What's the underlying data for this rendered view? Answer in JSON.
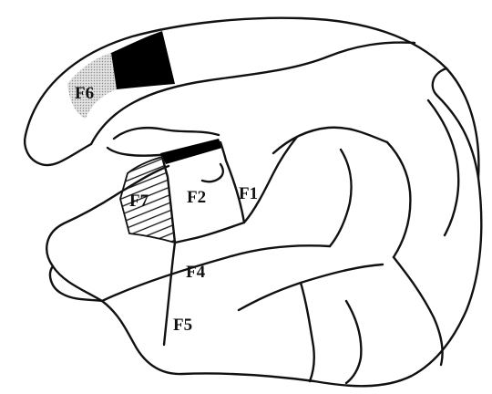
{
  "diagram": {
    "areas": [
      {
        "id": "F1",
        "label": "F1"
      },
      {
        "id": "F2",
        "label": "F2"
      },
      {
        "id": "F4",
        "label": "F4"
      },
      {
        "id": "F5",
        "label": "F5"
      },
      {
        "id": "F6",
        "label": "F6"
      },
      {
        "id": "F7",
        "label": "F7"
      }
    ],
    "colors": {
      "ink": "#111111",
      "dark_fill": "#000000",
      "stipple_fill": "#c8c8c8",
      "background": "#ffffff"
    }
  }
}
